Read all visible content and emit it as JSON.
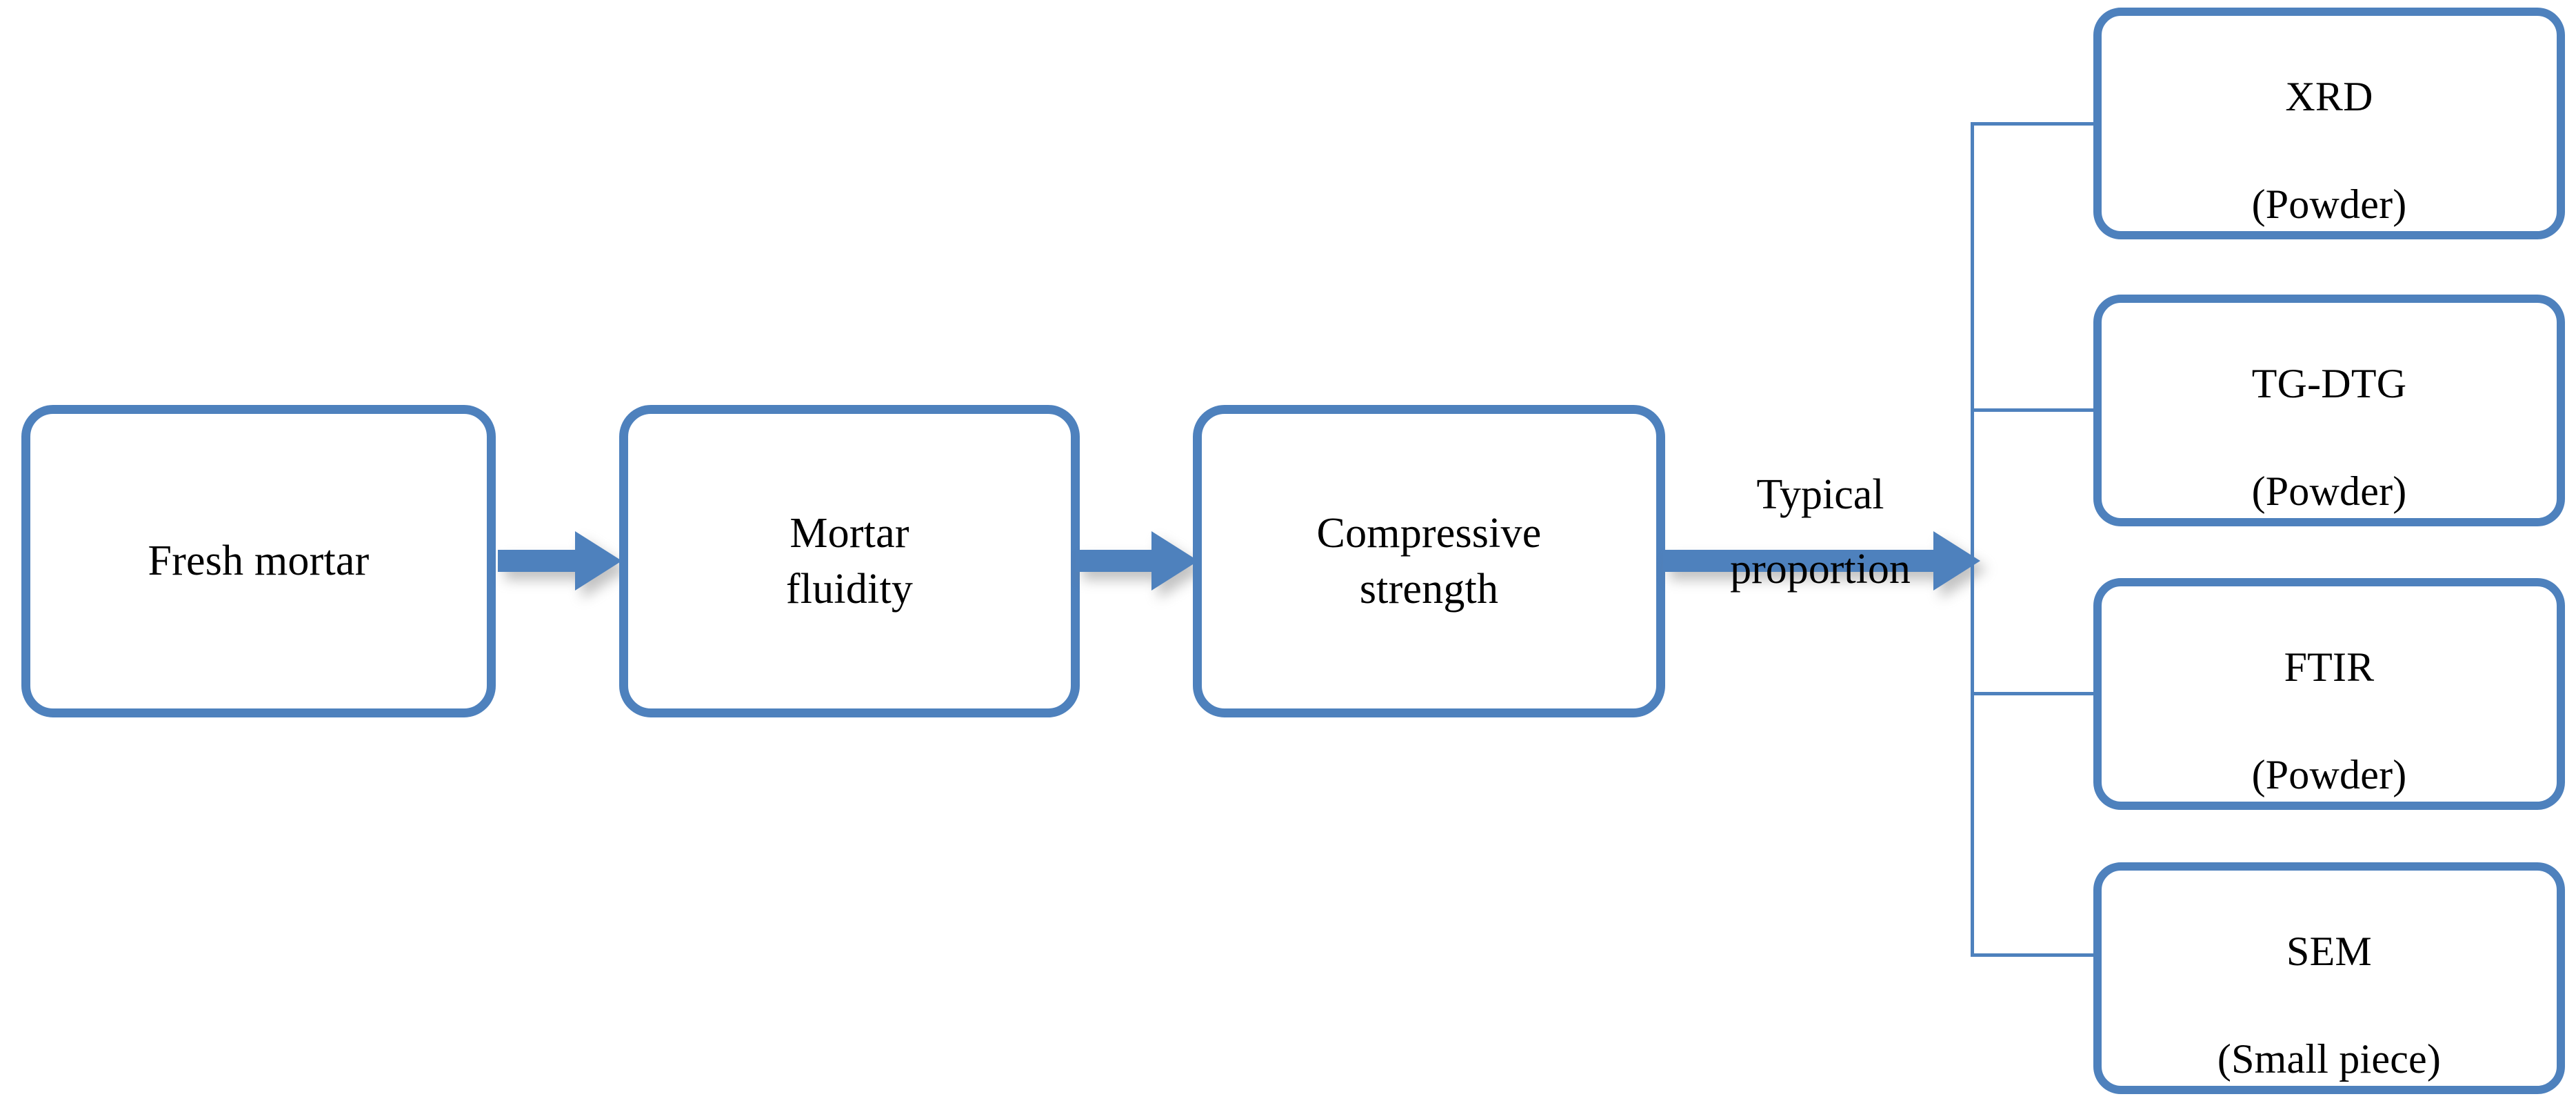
{
  "diagram": {
    "title": "Experimental program flowchart",
    "accent_color": "#4E81BD",
    "text_color": "#000000",
    "background_color": "#FFFFFF",
    "process_chain": [
      {
        "id": "fresh-mortar",
        "label": "Fresh mortar"
      },
      {
        "id": "mortar-fluidity",
        "label": "Mortar\nfluidity"
      },
      {
        "id": "compressive-strength",
        "label": "Compressive\nstrength"
      }
    ],
    "edge_labels": [
      {
        "id": "typical-proportion",
        "line1": "Typical",
        "line2": "proportion"
      }
    ],
    "characterization_tests": [
      {
        "id": "xrd",
        "name": "XRD",
        "sample": "(Powder)"
      },
      {
        "id": "tg-dtg",
        "name": "TG-DTG",
        "sample": "(Powder)"
      },
      {
        "id": "ftir",
        "name": "FTIR",
        "sample": "(Powder)"
      },
      {
        "id": "sem",
        "name": "SEM",
        "sample": "(Small piece)"
      }
    ],
    "connectors": [
      {
        "id": "arrow-1",
        "from": "fresh-mortar",
        "to": "mortar-fluidity",
        "kind": "block-arrow-right"
      },
      {
        "id": "arrow-2",
        "from": "mortar-fluidity",
        "to": "compressive-strength",
        "kind": "block-arrow-right"
      },
      {
        "id": "arrow-3",
        "from": "compressive-strength",
        "to": "test-bracket",
        "kind": "block-arrow-right",
        "label": "Typical proportion"
      },
      {
        "id": "bracket",
        "from": "test-bracket",
        "to": "xrd, tg-dtg, ftir, sem",
        "kind": "bracket-fan-out"
      }
    ]
  }
}
